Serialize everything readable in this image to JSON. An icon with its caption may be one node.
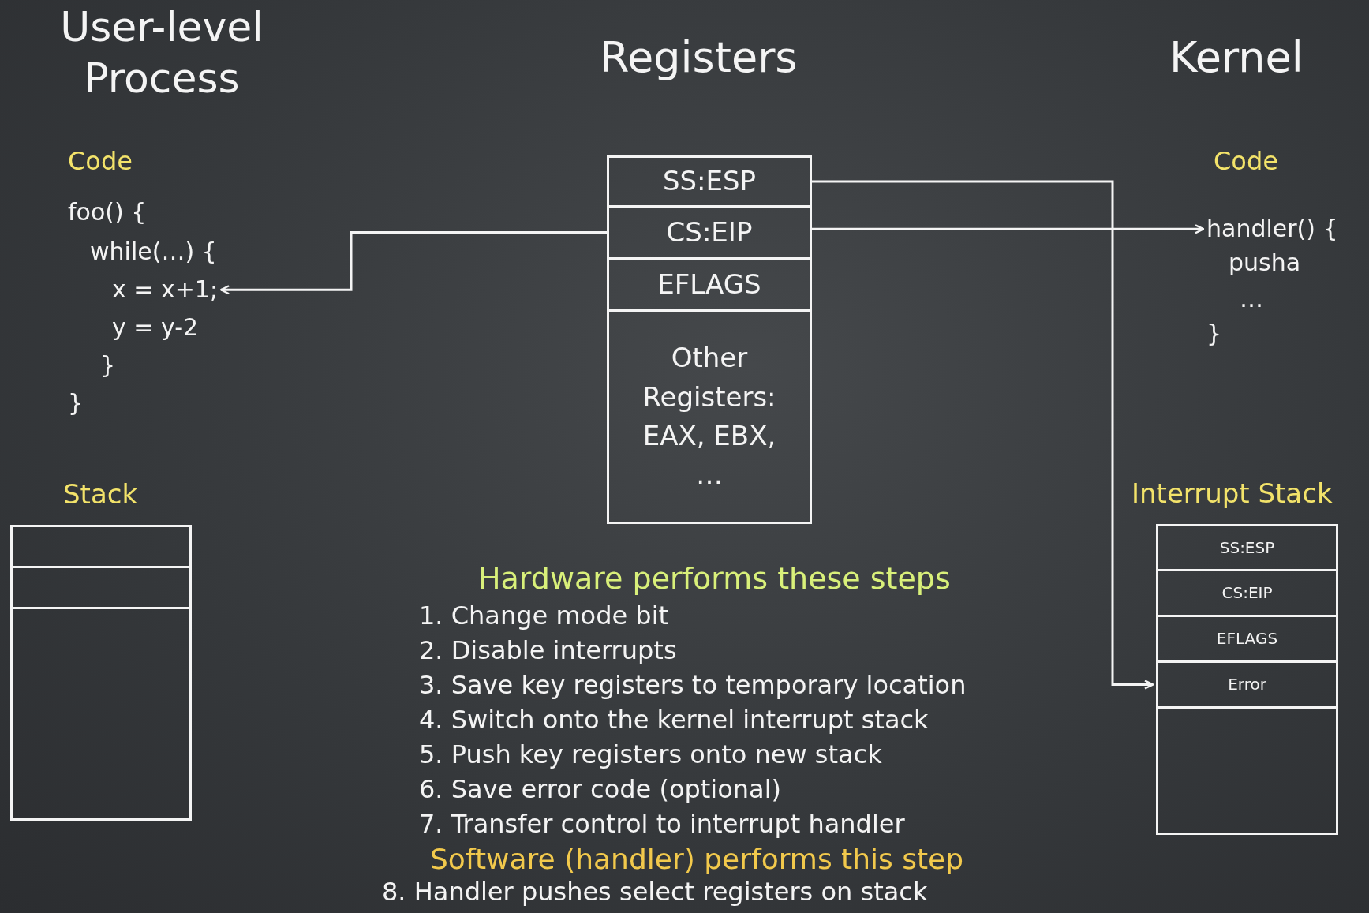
{
  "diagram": {
    "nodes": [
      {
        "text": [
          "x = x+1;"
        ]
      },
      {
        "text": [
          "SS:ESP"
        ]
      },
      {
        "text": [
          "CS:EIP"
        ]
      },
      {
        "text": [
          "EFLAGS"
        ]
      },
      {
        "text": [
          "Other Registers: EAX, EBX, …"
        ]
      },
      {
        "text": [
          "handler() {"
        ]
      },
      {
        "text": [
          "Stack"
        ]
      },
      {
        "text": [],
        "shape": "box",
        "in": 6
      },
      {
        "text": [],
        "shape": "box",
        "in": 6
      },
      {
        "text": [],
        "shape": "box",
        "in": 6
      },
      {
        "text": [
          "Interrupt Stack"
        ]
      },
      {
        "text": [
          "SS:ESP"
        ],
        "in": 10
      },
      {
        "text": [
          "CS:EIP"
        ],
        "in": 10
      },
      {
        "text": [
          "EFLAGS"
        ],
        "in": 10
      },
      {
        "text": [
          "Error"
        ],
        "in": 10
      },
      {
        "text": [],
        "shape": "box",
        "in": 10
      }
    ],
    "edges": [
      {
        "from": 2,
        "to": 0,
        "arrow": "to"
      },
      {
        "from": 2,
        "to": 5,
        "arrow": "to"
      },
      {
        "from": 1,
        "to": 14,
        "arrow": "to"
      }
    ],
    "labels": [
      "User-level Process",
      "Registers",
      "Kernel",
      "Code",
      "foo() {",
      "while(…) {",
      "y = y-2",
      "}",
      "}",
      "Code",
      "pusha",
      "…",
      "}",
      "Hardware performs these steps",
      "1. Change mode bit",
      "2. Disable interrupts",
      "3. Save key registers to temporary location",
      "4. Switch onto the kernel interrupt stack",
      "5. Push key registers onto new stack",
      "6. Save error code (optional)",
      "7. Transfer control to interrupt handler",
      "Software (handler) performs this step",
      "8. Handler pushes select registers on stack"
    ]
  }
}
